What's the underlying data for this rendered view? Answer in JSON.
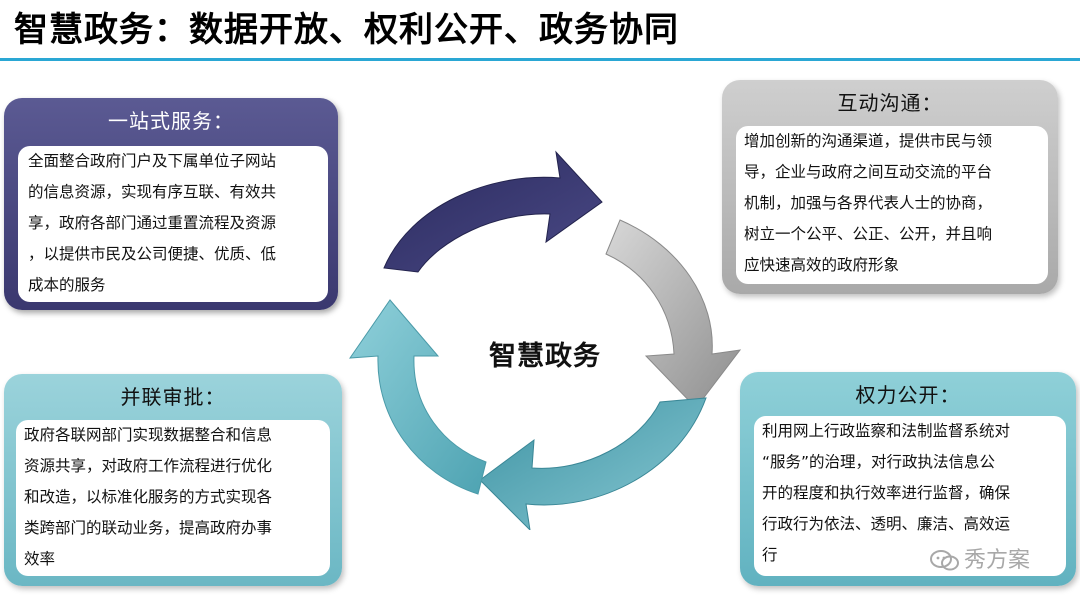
{
  "title": "智慧政务：数据开放、权利公开、政务协同",
  "center": "智慧政务",
  "panels": {
    "top_left": {
      "heading": "一站式服务：",
      "lines": [
        "全面整合政府门户及下属单位子网站",
        "的信息资源，实现有序互联、有效共",
        "享，政府各部门通过重置流程及资源",
        "，以提供市民及公司便捷、优质、低",
        "成本的服务"
      ]
    },
    "top_right": {
      "heading": "互动沟通：",
      "lines": [
        "增加创新的沟通渠道，提供市民与领",
        "导，企业与政府之间互动交流的平台",
        "机制，加强与各界代表人士的协商，",
        "树立一个公平、公正、公开，并且响",
        "应快速高效的政府形象"
      ]
    },
    "bottom_left": {
      "heading": "并联审批：",
      "lines": [
        "政府各联网部门实现数据整合和信息",
        "资源共享，对政府工作流程进行优化",
        "和改造，以标准化服务的方式实现各",
        "类跨部门的联动业务，提高政府办事",
        "效率"
      ]
    },
    "bottom_right": {
      "heading": "权力公开：",
      "lines": [
        "利用网上行政监察和法制监督系统对",
        "“服务”的治理，对行政执法信息公",
        "开的程度和执行效率进行监督，确保",
        "行政行为依法、透明、廉洁、高效运",
        "行"
      ]
    }
  },
  "watermark": "秀方案",
  "colors": {
    "title_rule": "#2aa7d4",
    "navy": "#3a386f",
    "gray": "#a9a9a9",
    "teal": "#6bb7c4"
  }
}
